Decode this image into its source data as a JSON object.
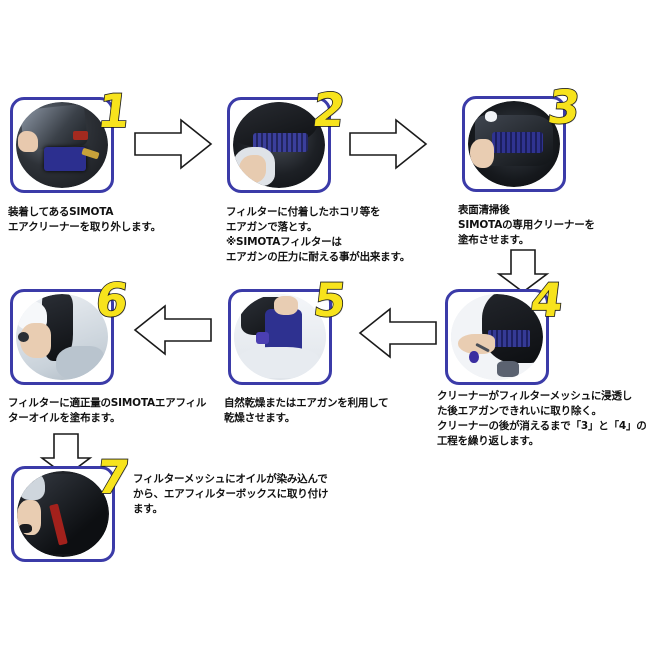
{
  "document": {
    "title": "SIMOTA エアクリーナー メンテナンス手順",
    "background_color": "#ffffff",
    "frame_border_color": "#3b3ba8",
    "number_fill_color": "#f7e31c",
    "number_outline_color": "#222222",
    "arrow_fill_color": "#ffffff",
    "arrow_stroke_color": "#1a1a1a"
  },
  "steps": [
    {
      "number": "1",
      "caption": "装着してあるSIMOTA\nエアクリーナーを取り外します。",
      "photo_alt": "engine-bay-air-cleaner-photo"
    },
    {
      "number": "2",
      "caption": "フィルターに付着したホコリ等を\nエアガンで落とす。\n※SIMOTAフィルターは\nエアガンの圧力に耐える事が出来ます。",
      "photo_alt": "air-gun-dust-removal-photo"
    },
    {
      "number": "3",
      "caption": "表面清掃後\nSIMOTAの専用クリーナーを\n塗布させます。",
      "photo_alt": "cleaner-application-photo"
    },
    {
      "number": "4",
      "caption": "クリーナーがフィルターメッシュに浸透し\nた後エアガンできれいに取り除く。\nクリーナーの後が消えるまで「3」と「4」の\n工程を繰り返します。",
      "photo_alt": "air-gun-cleaner-removal-photo"
    },
    {
      "number": "5",
      "caption": "自然乾燥またはエアガンを利用して\n乾燥させます。",
      "photo_alt": "drying-filter-photo"
    },
    {
      "number": "6",
      "caption": "フィルターに適正量のSIMOTAエアフィル\nターオイルを塗布ます。",
      "photo_alt": "oil-application-photo"
    },
    {
      "number": "7",
      "caption": "フィルターメッシュにオイルが染み込んで\nから、エアフィルターボックスに取り付け\nます。",
      "photo_alt": "filter-box-installation-photo"
    }
  ],
  "arrows": [
    {
      "name": "arrow-step1-to-step2",
      "direction": "right"
    },
    {
      "name": "arrow-step2-to-step3",
      "direction": "right"
    },
    {
      "name": "arrow-step3-to-step4",
      "direction": "down"
    },
    {
      "name": "arrow-step4-to-step5",
      "direction": "left"
    },
    {
      "name": "arrow-step5-to-step6",
      "direction": "left"
    },
    {
      "name": "arrow-step6-to-step7",
      "direction": "down"
    }
  ]
}
